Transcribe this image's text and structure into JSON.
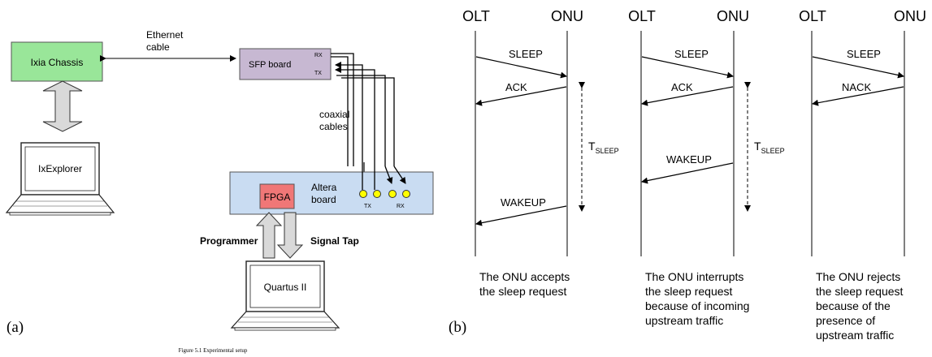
{
  "panel_a": {
    "label": "(a)",
    "caption": "Figure 5.1 Experimental setup",
    "ixia": "Ixia Chassis",
    "ethernet_1": "Ethernet",
    "ethernet_2": "cable",
    "sfp": "SFP board",
    "sfp_rx": "RX",
    "sfp_tx": "TX",
    "coax_1": "coaxial",
    "coax_2": "cables",
    "fpga": "FPGA",
    "altera_1": "Altera",
    "altera_2": "board",
    "board_tx": "TX",
    "board_rx": "RX",
    "programmer": "Programmer",
    "signaltap": "Signal Tap",
    "laptop1": "IxExplorer",
    "laptop2": "Quartus II",
    "colors": {
      "ixia": "#99e699",
      "sfp": "#c7b8d2",
      "altera": "#c9dcf2",
      "fpga": "#f07777",
      "port": "#ffff00"
    }
  },
  "panel_b": {
    "label": "(b)",
    "scenarios": [
      {
        "olt": "OLT",
        "onu": "ONU",
        "msgs": [
          "SLEEP",
          "ACK",
          "WAKEUP"
        ],
        "tsleep": "T",
        "tsleep_sub": "SLEEP",
        "caption": [
          "The ONU accepts",
          "the sleep request"
        ]
      },
      {
        "olt": "OLT",
        "onu": "ONU",
        "msgs": [
          "SLEEP",
          "ACK",
          "WAKEUP"
        ],
        "tsleep": "T",
        "tsleep_sub": "SLEEP",
        "caption": [
          "The ONU interrupts",
          "the sleep request",
          "because of incoming",
          "upstream traffic"
        ]
      },
      {
        "olt": "OLT",
        "onu": "ONU",
        "msgs": [
          "SLEEP",
          "NACK"
        ],
        "caption": [
          "The ONU rejects",
          "the sleep request",
          "because of the",
          "presence of",
          "upstream traffic"
        ]
      }
    ]
  }
}
